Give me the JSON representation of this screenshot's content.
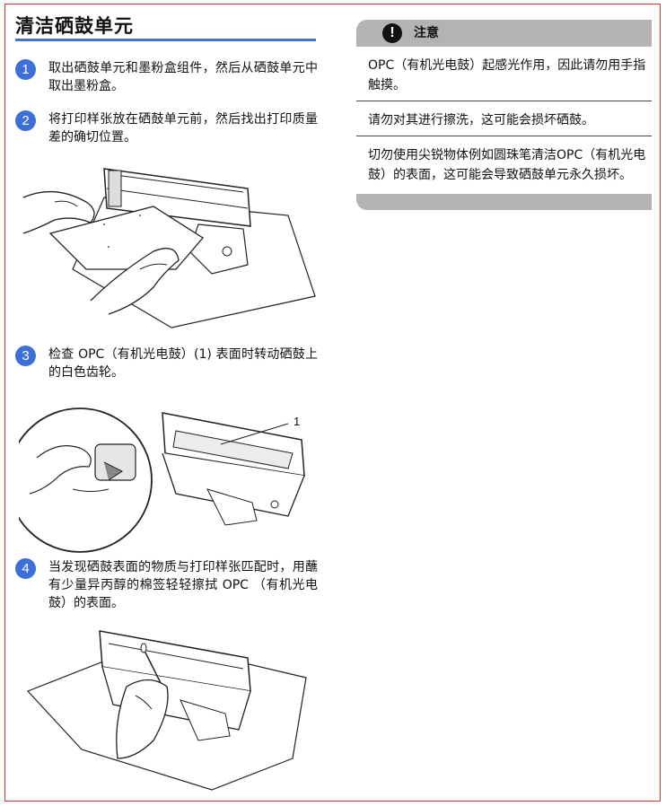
{
  "title": "清洁硒鼓单元",
  "steps": [
    {
      "num": "1",
      "text": "取出硒鼓单元和墨粉盒组件，然后从硒鼓单元中取出墨粉盒。"
    },
    {
      "num": "2",
      "text": "将打印样张放在硒鼓单元前，然后找出打印质量差的确切位置。"
    },
    {
      "num": "3",
      "text": "检查 OPC（有机光电鼓）(1) 表面时转动硒鼓上的白色齿轮。"
    },
    {
      "num": "4",
      "text": "当发现硒鼓表面的物质与打印样张匹配时，用蘸有少量异丙醇的棉签轻轻擦拭 OPC （有机光电鼓）的表面。"
    }
  ],
  "figure_callout": "1",
  "notice": {
    "icon": "!",
    "title": "注意",
    "items": [
      "OPC（有机光电鼓）起感光作用，因此请勿用手指触摸。",
      "请勿对其进行擦洗，这可能会损坏硒鼓。",
      "切勿使用尖锐物体例如圆珠笔清洁OPC（有机光电鼓）的表面，这可能会导致硒鼓单元永久损坏。"
    ]
  },
  "colors": {
    "border": "#c0392b",
    "accent": "#3d6fd9",
    "notice_bar": "#b3b3b3"
  }
}
